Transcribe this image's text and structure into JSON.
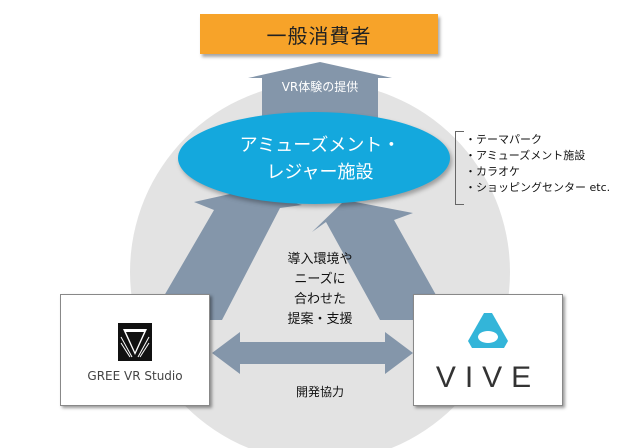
{
  "consumer": {
    "label": "一般消費者"
  },
  "arrows": {
    "up_label": "VR体験の提供",
    "center_label_lines": [
      "導入環境や",
      "ニーズに",
      "合わせた",
      "提案・支援"
    ],
    "bottom_label": "開発協力"
  },
  "venue": {
    "label_lines": [
      "アミューズメント・",
      "レジャー施設"
    ]
  },
  "examples": [
    "・テーマパーク",
    "・アミューズメント施設",
    "・カラオケ",
    "・ショッピングセンター etc."
  ],
  "partners": {
    "left": {
      "name": "GREE VR Studio",
      "icon": "gree-vr-logo-icon"
    },
    "right": {
      "name": "VIVE",
      "icon": "vive-logo-icon"
    }
  },
  "colors": {
    "consumer": "#f7a329",
    "venue": "#14a8dd",
    "arrow": "#8496aa",
    "circle": "#e3e3e3",
    "vive_accent": "#33b5d9"
  }
}
